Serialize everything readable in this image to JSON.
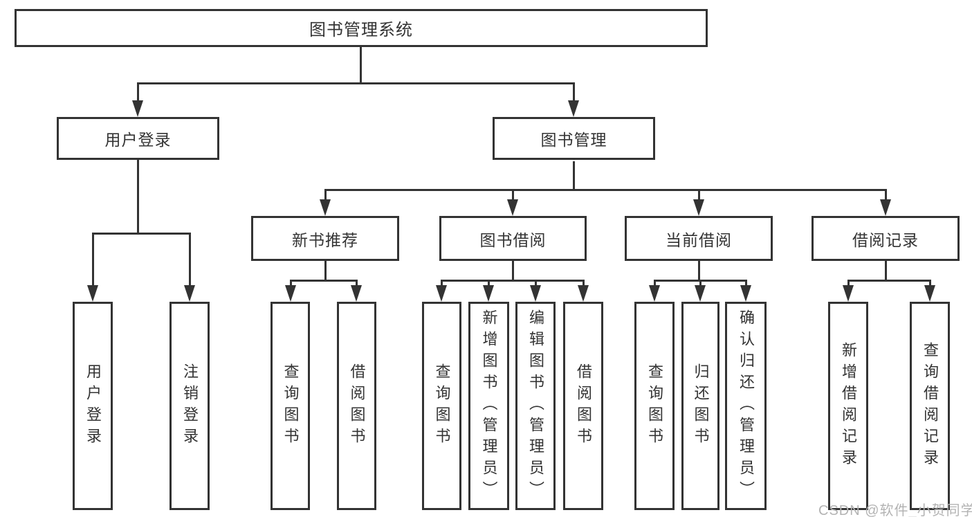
{
  "diagram": {
    "title": "图书管理系统",
    "level2": {
      "user_login": "用户登录",
      "book_mgmt": "图书管理"
    },
    "level3": {
      "new_book_rec": "新书推荐",
      "book_borrow": "图书借阅",
      "current_borrow": "当前借阅",
      "borrow_record": "借阅记录"
    },
    "leaves": {
      "ul_user_login": "用户登录",
      "ul_logout": "注销登录",
      "nb_query_book": "查询图书",
      "nb_borrow_book": "借阅图书",
      "bb_query_book": "查询图书",
      "bb_add_book": "新增图书（管理员）",
      "bb_edit_book": "编辑图书（管理员）",
      "bb_borrow_book": "借阅图书",
      "cb_query_book": "查询图书",
      "cb_return_book": "归还图书",
      "cb_confirm_return": "确认归还（管理员）",
      "br_add_record": "新增借阅记录",
      "br_query_record": "查询借阅记录"
    },
    "watermark": "CSDN @软件_小贺同学",
    "colors": {
      "line": "#333333",
      "box_border": "#333333",
      "text": "#333333",
      "watermark_text": "#b3b3b3",
      "background": "#ffffff"
    }
  }
}
